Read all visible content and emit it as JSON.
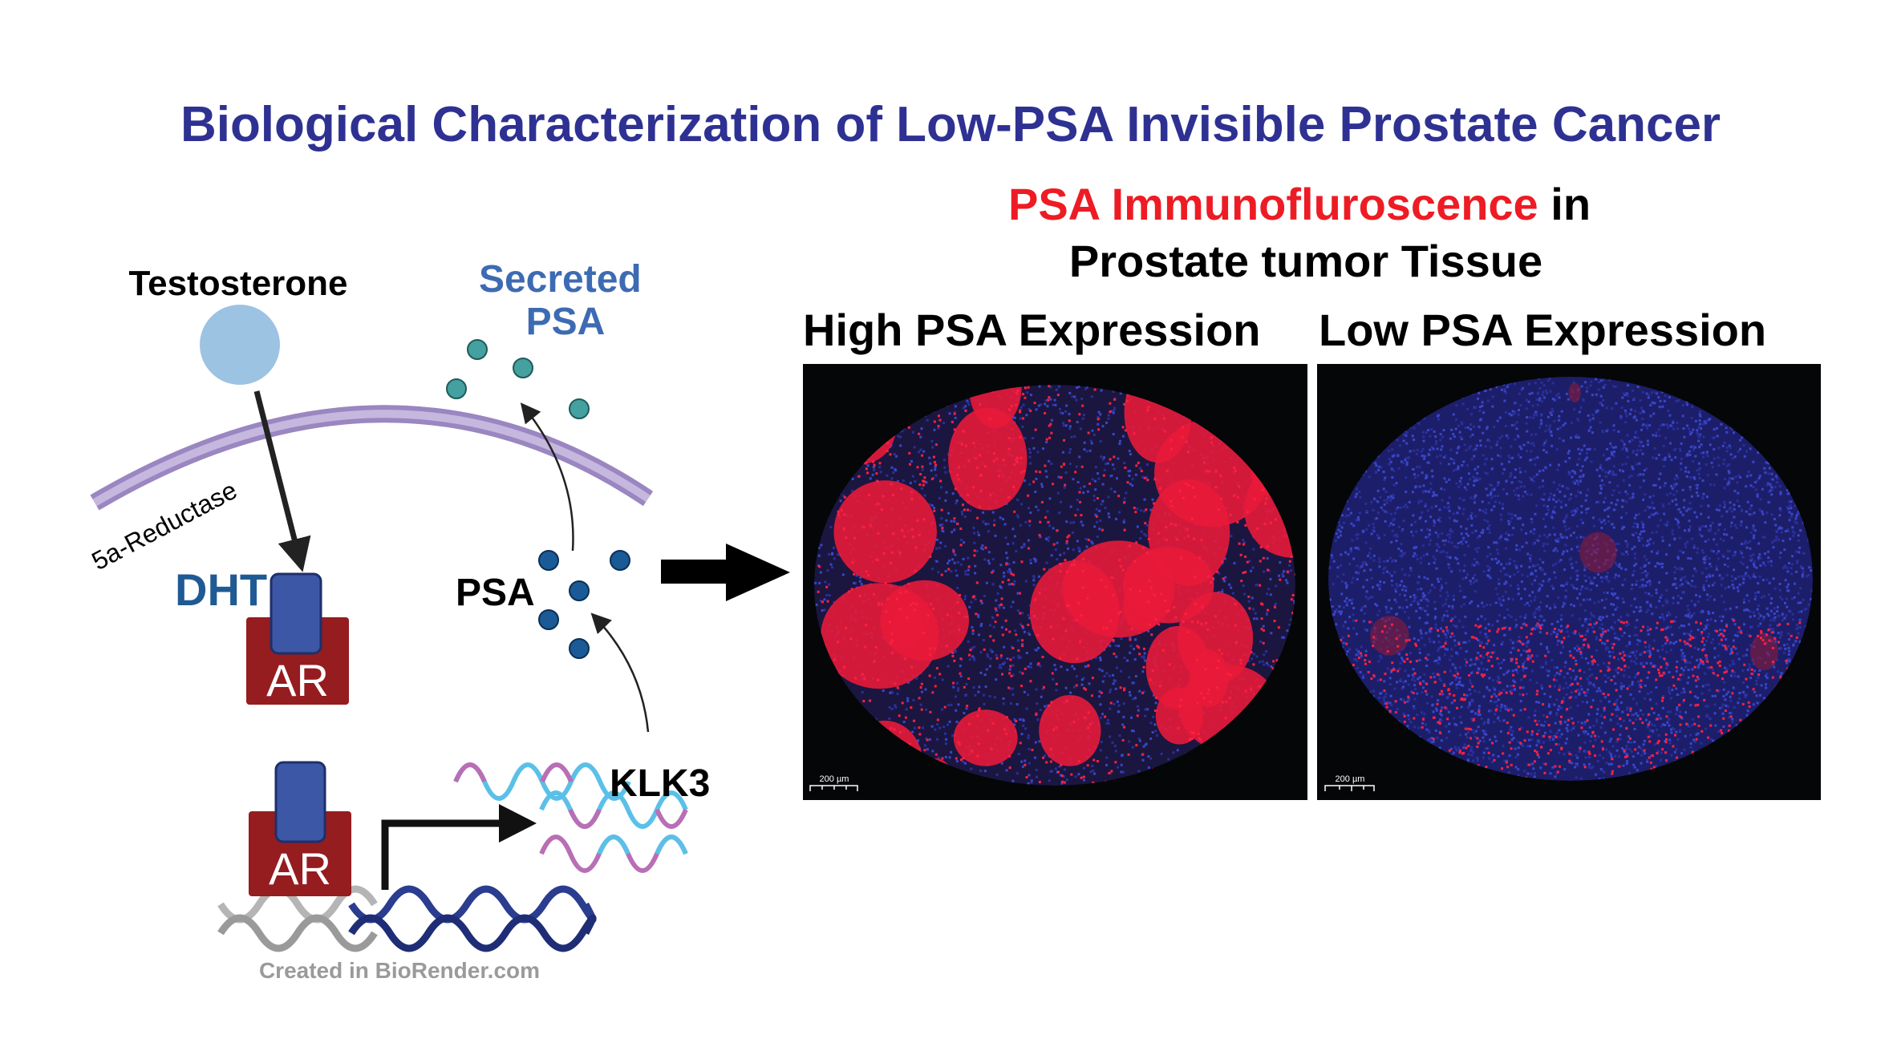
{
  "title": "Biological Characterization of Low-PSA Invisible Prostate Cancer",
  "colors": {
    "title": "#2e3192",
    "red": "#ed1c24",
    "dht": "#1f5a94",
    "secreted": "#3d6bb3",
    "ar": "#951c1f",
    "receptor": "#3c57a5",
    "psa_dot": "#1a5a96",
    "secreted_dot": "#45a0a0",
    "testosterone": "#9dc3e3"
  },
  "pathway": {
    "testosterone": "Testosterone",
    "enzyme": "5a-Reductase",
    "dht": "DHT",
    "ar1": "AR",
    "ar2": "AR",
    "gene": "KLK3",
    "psa": "PSA",
    "secreted_line1": "Secreted",
    "secreted_line2": "PSA",
    "credit": "Created in BioRender.com"
  },
  "right": {
    "heading_red": "PSA Immunofluroscence",
    "heading_in": " in",
    "heading_line2": "Prostate tumor Tissue",
    "panels": [
      {
        "label": "High PSA Expression",
        "scale": "200 µm",
        "psa_level": "high"
      },
      {
        "label": "Low PSA Expression",
        "scale": "200 µm",
        "psa_level": "low"
      }
    ]
  }
}
